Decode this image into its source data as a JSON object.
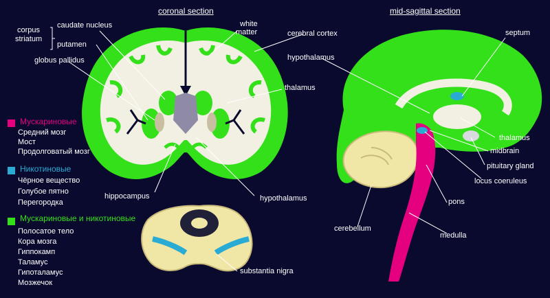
{
  "headers": {
    "coronal": "coronal section",
    "sagittal": "mid-sagittal section"
  },
  "coronal_labels": {
    "corpus_striatum_line1": "corpus",
    "corpus_striatum_line2": "striatum",
    "caudate": "caudate nucleus",
    "putamen": "putamen",
    "globus_pallidus": "globus pallidus",
    "white_matter_line1": "white",
    "white_matter_line2": "matter",
    "cerebral_cortex": "cerebral cortex",
    "thalamus": "thalamus",
    "hippocampus": "hippocampus",
    "hypothalamus": "hypothalamus",
    "substantia_nigra": "substantia nigra"
  },
  "sagittal_labels": {
    "hypothalamus": "hypothalamus",
    "septum": "septum",
    "thalamus": "thalamus",
    "midbrain": "midbrain",
    "pituitary": "pituitary gland",
    "locus": "locus coeruleus",
    "pons": "pons",
    "cerebellum": "cerebellum",
    "medulla": "medulla"
  },
  "legend": {
    "groups": [
      {
        "title": "Мускариновые",
        "color": "#e4007f",
        "items": [
          "Средний мозг",
          "Мост",
          "Продолговатый мозг"
        ]
      },
      {
        "title": "Никотиновые",
        "color": "#29abd4",
        "items": [
          "Чёрное вещество",
          "Голубое пятно",
          "Перегородка"
        ]
      },
      {
        "title": "Мускариновые и никотиновые",
        "color": "#33e01a",
        "items": [
          "Полосатое тело",
          "Кора мозга",
          "Гиппокамп",
          "Таламус",
          "Гипоталамус",
          "Мозжечок"
        ]
      }
    ]
  },
  "colors": {
    "background": "#0a0a2e",
    "cortex_green": "#33e01a",
    "white_matter": "#f2f0e2",
    "thalamus_grey": "#8f8aa6",
    "brainstem_magenta": "#e4007f",
    "nicotinic_blue": "#29abd4",
    "cerebellum_tan": "#f0e6a6"
  }
}
